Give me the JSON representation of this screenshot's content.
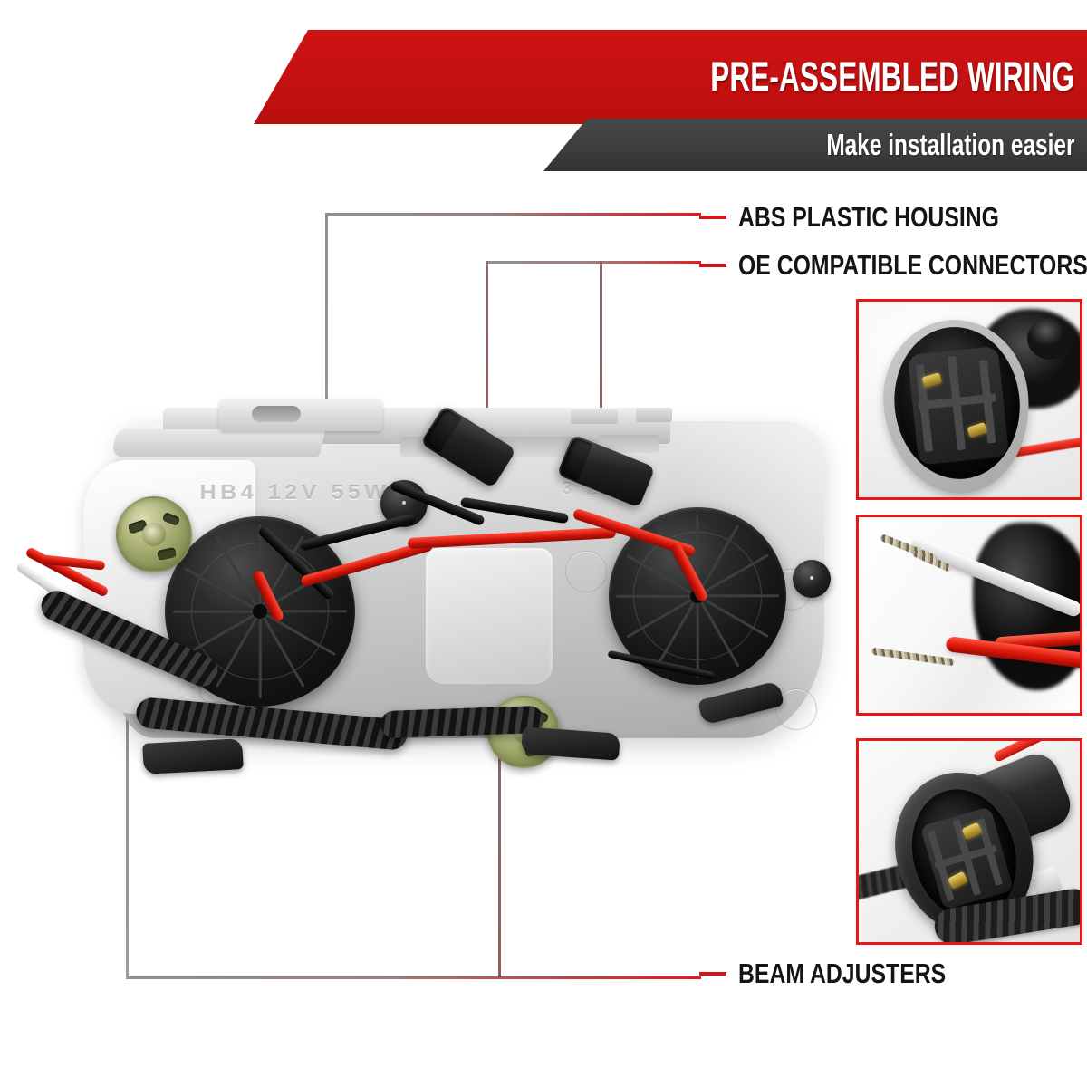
{
  "header": {
    "title": "PRE-ASSEMBLED WIRING",
    "subtitle": "Make installation easier",
    "red_color": "#c41111",
    "dark_color": "#3c3c3c"
  },
  "callouts": [
    {
      "id": "abs-plastic-housing",
      "label": "ABS PLASTIC HOUSING"
    },
    {
      "id": "oe-compatible-connectors",
      "label": "OE COMPATIBLE CONNECTORS"
    },
    {
      "id": "beam-adjusters",
      "label": "BEAM ADJUSTERS"
    }
  ],
  "product": {
    "emboss_left": "HB4 12V 55W",
    "emboss_right": "3  2/83",
    "marker_color": "#ee1111",
    "leader_line_colors": {
      "start": "#8e8e8e",
      "end": "#e51b1b"
    }
  },
  "insets": [
    {
      "id": "oe-socket-closeup",
      "caption": ""
    },
    {
      "id": "stripped-wires-closeup",
      "caption": ""
    },
    {
      "id": "male-plug-closeup",
      "caption": ""
    }
  ]
}
